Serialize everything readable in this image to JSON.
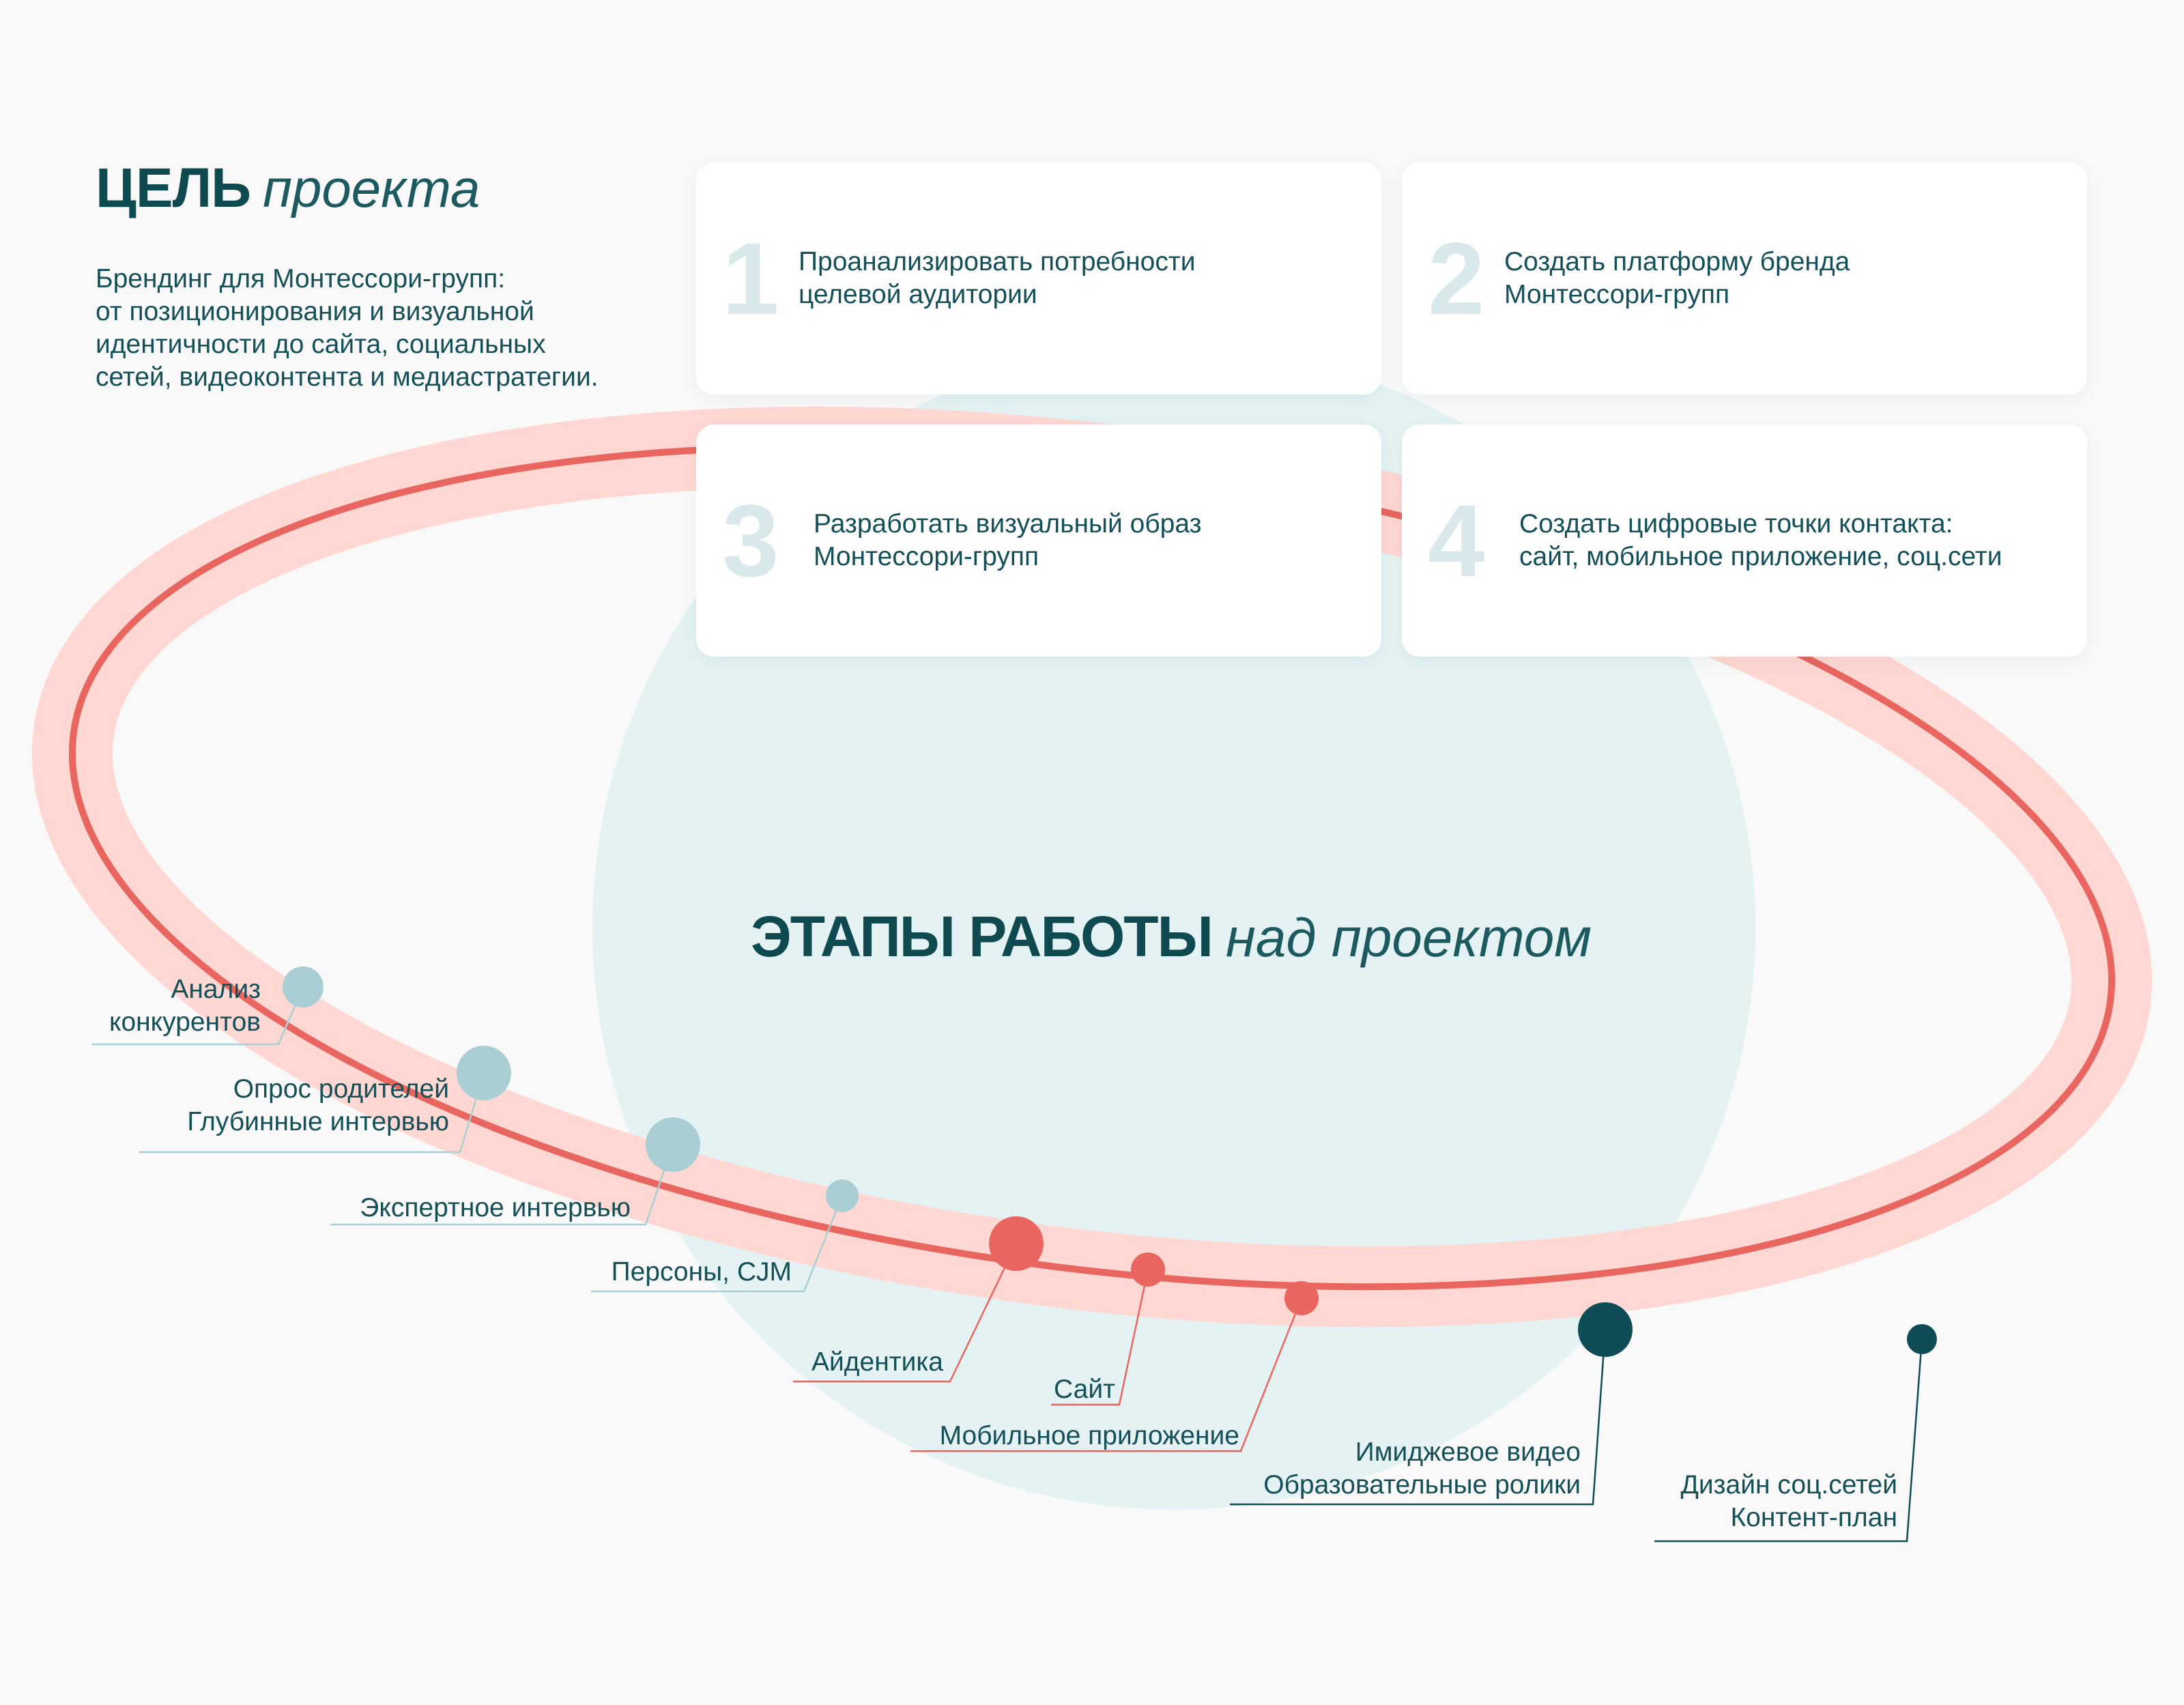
{
  "goal": {
    "title_bold": "ЦЕЛЬ",
    "title_light": "проекта",
    "description": [
      "Брендинг для Монтессори-групп:",
      "от позиционирования и визуальной",
      "идентичности до сайта, социальных",
      "сетей, видеоконтента и медиастратегии."
    ]
  },
  "tasks": [
    {
      "number": "1",
      "lines": [
        "Проанализировать потребности",
        "целевой аудитории"
      ]
    },
    {
      "number": "2",
      "lines": [
        "Создать платформу бренда",
        "Монтессори-групп"
      ]
    },
    {
      "number": "3",
      "lines": [
        "Разработать визуальный образ",
        "Монтессори-групп"
      ]
    },
    {
      "number": "4",
      "lines": [
        "Создать цифровые точки контакта:",
        "сайт, мобильное приложение, соц.сети"
      ]
    }
  ],
  "stages_title": {
    "bold": "ЭТАПЫ РАБОТЫ",
    "light": "над проектом"
  },
  "stages": [
    {
      "lines": [
        "Анализ",
        "конкурентов"
      ],
      "color_group": "research"
    },
    {
      "lines": [
        "Опрос родителей",
        "Глубинные интервью"
      ],
      "color_group": "research"
    },
    {
      "lines": [
        "Экспертное интервью"
      ],
      "color_group": "research"
    },
    {
      "lines": [
        "Персоны, CJM"
      ],
      "color_group": "research"
    },
    {
      "lines": [
        "Айдентика"
      ],
      "color_group": "design"
    },
    {
      "lines": [
        "Сайт"
      ],
      "color_group": "design"
    },
    {
      "lines": [
        "Мобильное приложение"
      ],
      "color_group": "design"
    },
    {
      "lines": [
        "Имиджевое видео",
        "Образовательные ролики"
      ],
      "color_group": "media"
    },
    {
      "lines": [
        "Дизайн соц.сетей",
        "Контент-план"
      ],
      "color_group": "media"
    }
  ],
  "colors": {
    "research": "#a9cfd4",
    "design": "#e8665f",
    "media": "#0f4c55",
    "ring_band": "#ffd7d3",
    "ring_line": "#e8665f",
    "circle_bg": "#e4f2f3"
  }
}
